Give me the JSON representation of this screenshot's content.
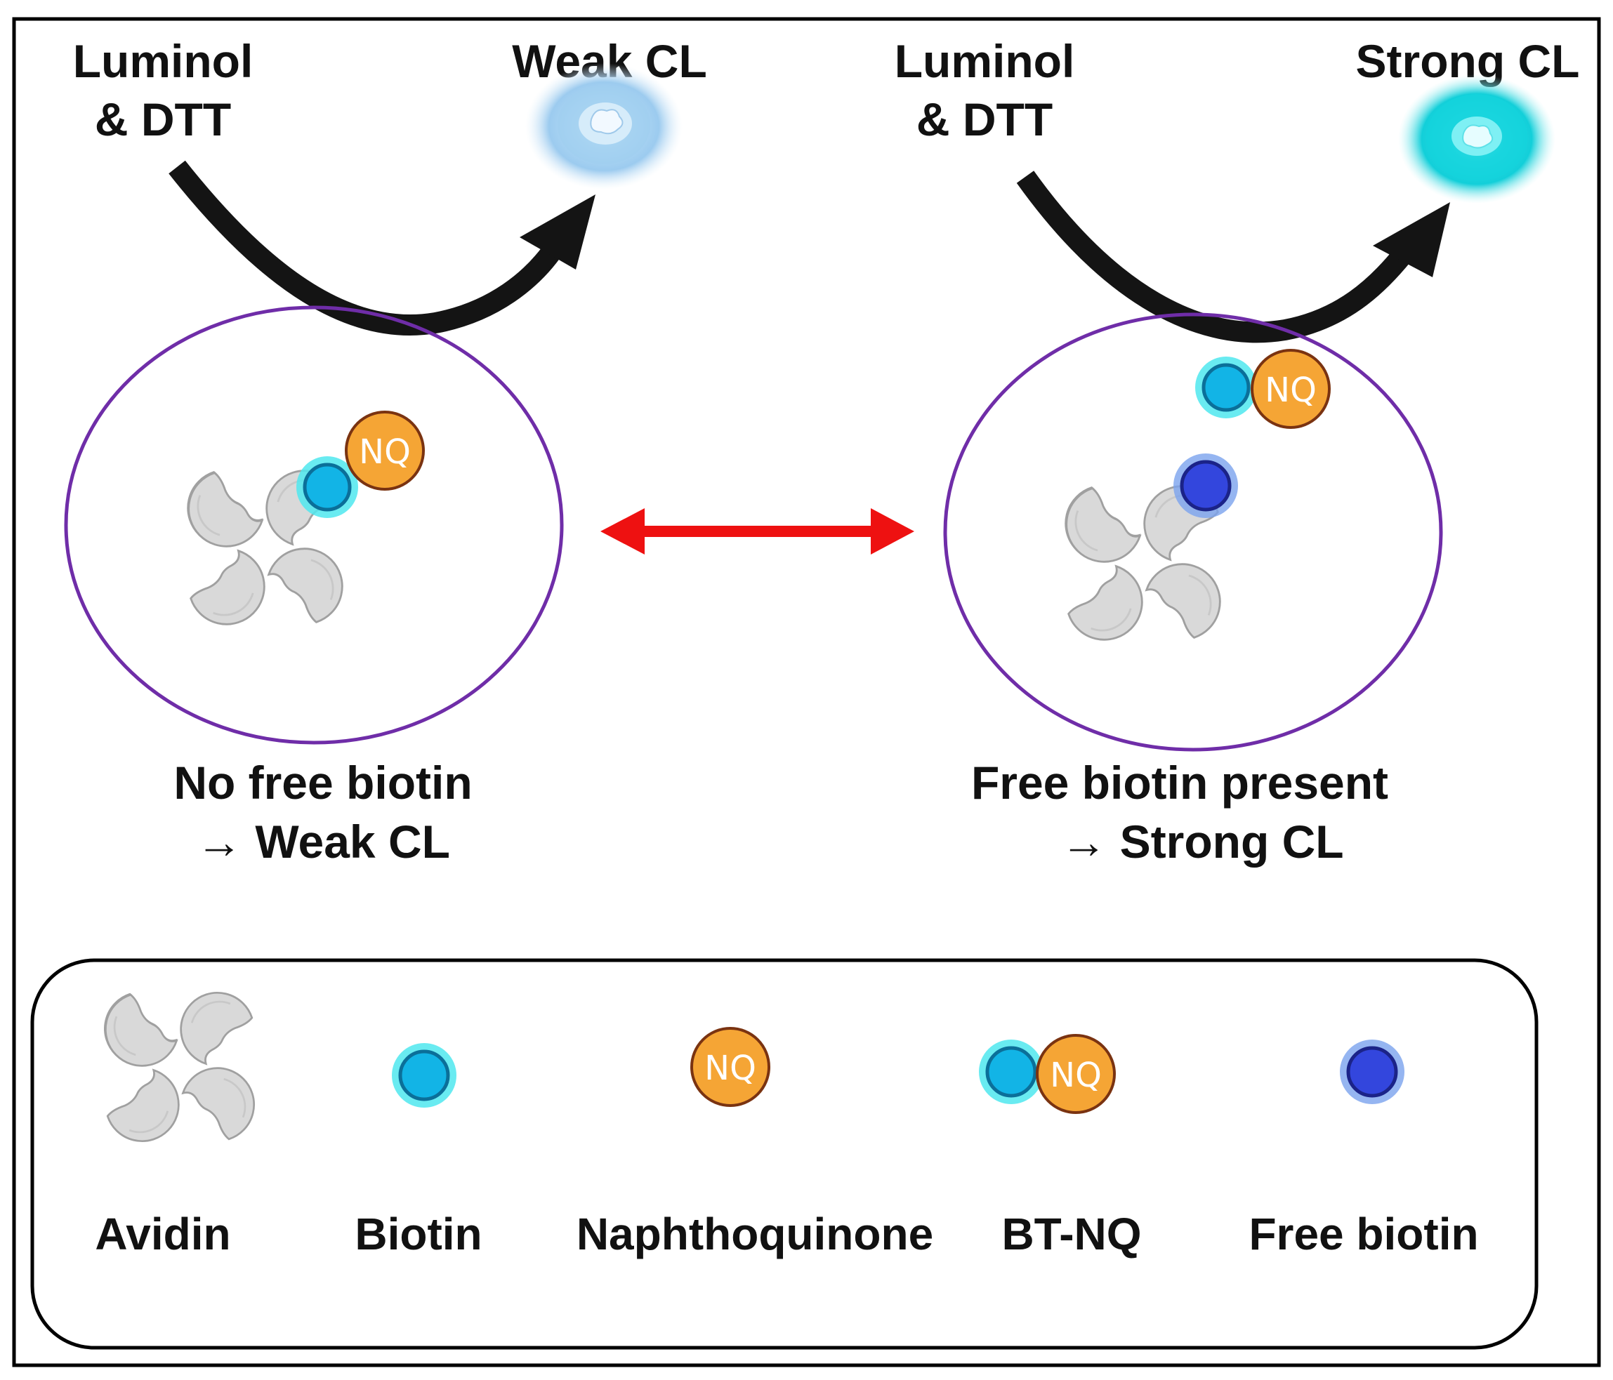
{
  "left_panel": {
    "reagent_line1": "Luminol",
    "reagent_line2": "& DTT",
    "output": "Weak CL",
    "caption_line1": "No free biotin",
    "caption_line2": "→ Weak CL"
  },
  "right_panel": {
    "reagent_line1": "Luminol",
    "reagent_line2": "& DTT",
    "output": "Strong CL",
    "caption_line1": "Free biotin present",
    "caption_line2": "→ Strong CL"
  },
  "nq_label": "NQ",
  "legend": {
    "items": [
      {
        "label": "Avidin"
      },
      {
        "label": "Biotin"
      },
      {
        "label": "Naphthoquinone"
      },
      {
        "label": "BT-NQ"
      },
      {
        "label": "Free biotin"
      }
    ]
  },
  "colors": {
    "frame": "#000000",
    "cell_outline": "#6f2da8",
    "arrow_curve": "#141414",
    "double_arrow": "#ee1111",
    "biotin": "#12b4e6",
    "biotin_glow": "#4fe7ee",
    "nq_fill": "#f5a535",
    "nq_stroke": "#7a3311",
    "free_biotin": "#3346dd",
    "free_biotin_glow": "#7aa2ee",
    "avidin_fill": "#d9d9d9",
    "avidin_stroke": "#a0a0a0",
    "weak_glow": "#8ec7ef",
    "strong_glow": "#19d8e0"
  }
}
